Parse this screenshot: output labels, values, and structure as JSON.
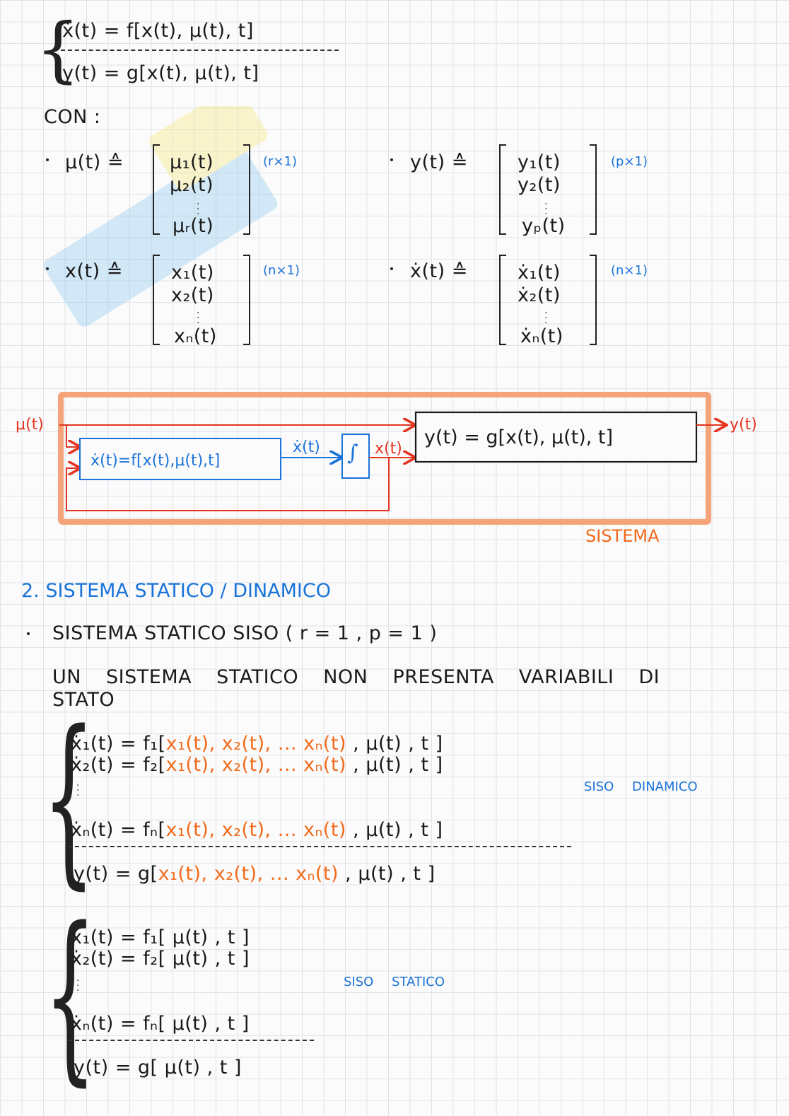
{
  "system_eq": {
    "state": "ẋ(t) = f[x(t), μ(t), t]",
    "output": "y(t) = g[x(t), μ(t), t]"
  },
  "con_label": "CON :",
  "vectors": {
    "u": {
      "lhs": "μ(t) ≙",
      "items": [
        "μ₁(t)",
        "μ₂(t)",
        "μᵣ(t)"
      ],
      "dim": "(r×1)"
    },
    "y": {
      "lhs": "y(t) ≙",
      "items": [
        "y₁(t)",
        "y₂(t)",
        "yₚ(t)"
      ],
      "dim": "(p×1)"
    },
    "x": {
      "lhs": "x(t) ≙",
      "items": [
        "x₁(t)",
        "x₂(t)",
        "xₙ(t)"
      ],
      "dim": "(n×1)"
    },
    "xdot": {
      "lhs": "ẋ(t) ≙",
      "items": [
        "ẋ₁(t)",
        "ẋ₂(t)",
        "ẋₙ(t)"
      ],
      "dim": "(n×1)"
    }
  },
  "diagram": {
    "input": "μ(t)",
    "state_block": "ẋ(t)=f[x(t),μ(t),t]",
    "xdot_label": "ẋ(t)",
    "integrator": "∫",
    "x_label": "x(t)",
    "output_block": "y(t) = g[x(t), μ(t), t]",
    "output": "y(t)",
    "system_label": "SISTEMA"
  },
  "section": {
    "heading": "2. SISTEMA STATICO / DINAMICO",
    "bullet": "SISTEMA STATICO SISO ( r = 1 , p = 1 )",
    "text_line1": "UN SISTEMA STATICO NON PRESENTA VARIABILI DI",
    "text_line2": "STATO"
  },
  "dynamic": {
    "label": "SISO DINAMICO",
    "rows": [
      {
        "pre": "ẋ₁(t) = f₁[",
        "args": "x₁(t), x₂(t), ... xₙ(t)",
        "post": ", μ(t) , t ]"
      },
      {
        "pre": "ẋ₂(t) = f₂[",
        "args": "x₁(t), x₂(t), ... xₙ(t)",
        "post": ", μ(t) , t ]"
      },
      {
        "pre": "ẋₙ(t) = fₙ[",
        "args": "x₁(t), x₂(t), ... xₙ(t)",
        "post": ", μ(t) , t ]"
      }
    ],
    "output": {
      "pre": "y(t) = g[",
      "args": "x₁(t), x₂(t), ... xₙ(t)",
      "post": ", μ(t) , t ]"
    }
  },
  "static": {
    "label": "SISO STATICO",
    "rows": [
      "ẋ₁(t) = f₁[ μ(t) , t ]",
      "ẋ₂(t) = f₂[ μ(t) , t ]",
      "ẋₙ(t) = fₙ[ μ(t) , t ]"
    ],
    "output": "y(t) = g[ μ(t) , t ]"
  }
}
